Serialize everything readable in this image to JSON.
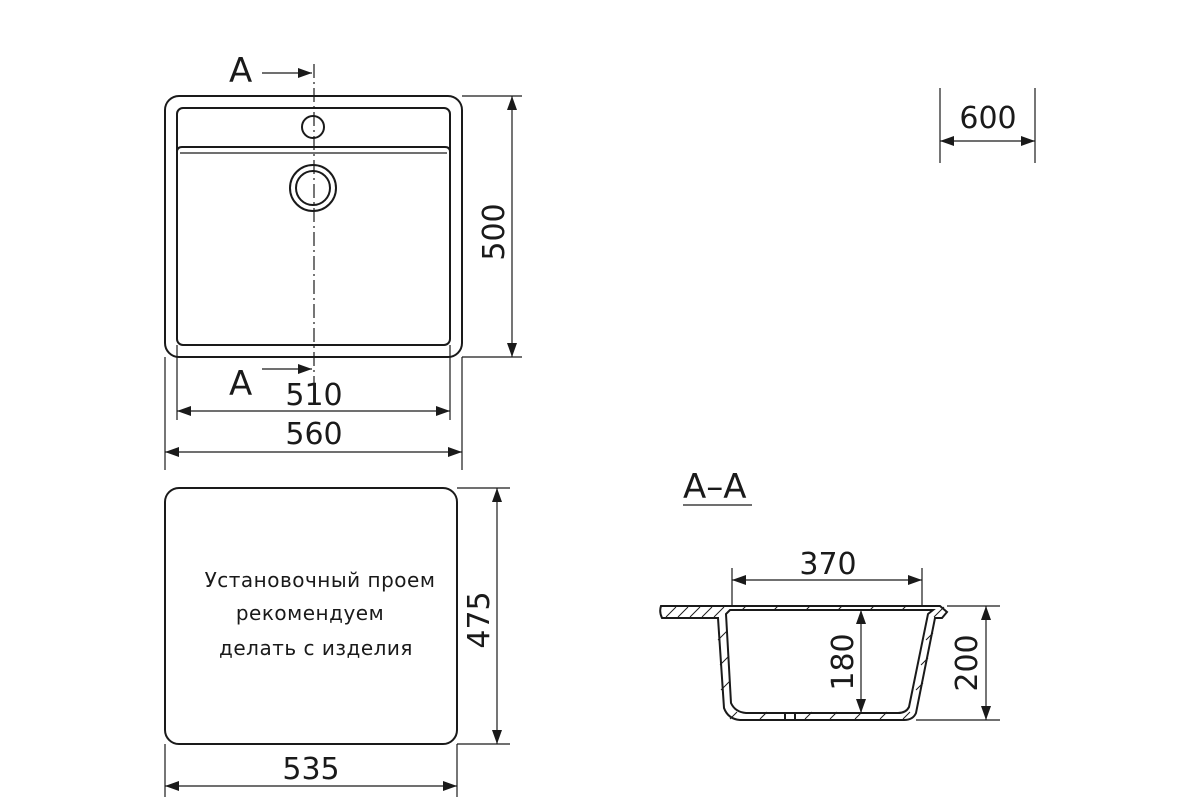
{
  "section_marks": {
    "top": "A",
    "bottom": "A"
  },
  "dimensions": {
    "outer_height": "500",
    "inner_width": "510",
    "outer_width": "560",
    "reference_width": "600",
    "cutout_height": "475",
    "cutout_width": "535",
    "bowl_width": "370",
    "bowl_depth": "180",
    "total_depth": "200"
  },
  "section_view": {
    "title": "А–А"
  },
  "cutout_note": {
    "line1": "Установочный проем",
    "line2": "рекомендуем",
    "line3": "делать с изделия"
  }
}
